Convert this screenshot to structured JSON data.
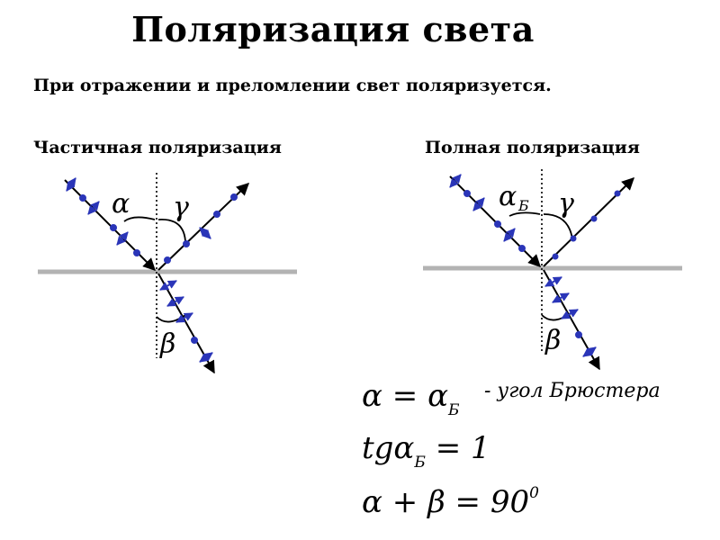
{
  "title": "Поляризация света",
  "subtitle": "При отражении и преломлении свет поляризуется.",
  "left_diagram": {
    "label": "Частичная поляризация",
    "incident_angle": "α",
    "reflected_angle": "γ",
    "refracted_angle": "β"
  },
  "right_diagram": {
    "label": "Полная поляризация",
    "incident_angle": "α",
    "incident_angle_sub": "Б",
    "reflected_angle": "γ",
    "refracted_angle": "β"
  },
  "formulas": {
    "brewster_lhs": "α = α",
    "brewster_sub": "Б",
    "brewster_note": "- угол Брюстера",
    "tg_lhs": "tgα",
    "tg_sub": "Б",
    "tg_rhs": " = 1",
    "sum_lhs": "α + β = 90",
    "sum_sup": "0"
  },
  "colors": {
    "ray": "#000000",
    "polarization": "#2a35b8",
    "interface": "#b3b3b3"
  }
}
